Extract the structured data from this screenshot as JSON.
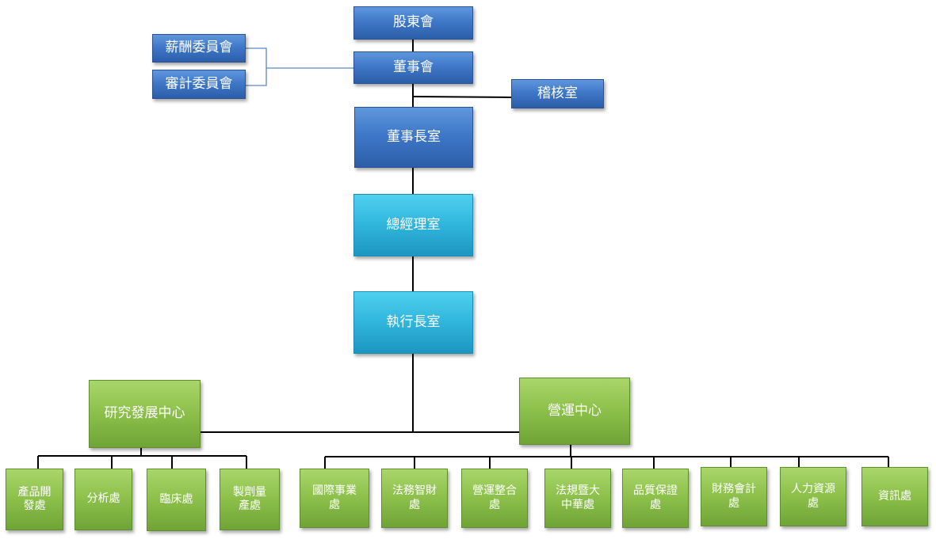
{
  "org": {
    "shareholders": "股東會",
    "board": "董事會",
    "compensation_committee": "薪酬委員會",
    "audit_committee": "審計委員會",
    "audit_office": "稽核室",
    "chairman_office": "董事長室",
    "gm_office": "總經理室",
    "ceo_office": "執行長室",
    "rd_center": "研究發展中心",
    "ops_center": "營運中心",
    "rd_units": [
      "產品開發處",
      "分析處",
      "臨床處",
      "製劑量產處"
    ],
    "ops_units": [
      "國際事業處",
      "法務智財處",
      "營運整合處",
      "法規暨大中華處",
      "品質保證處",
      "財務會計處",
      "人力資源處",
      "資訊處"
    ]
  },
  "colors": {
    "blue": "#3f78c8",
    "cyan": "#2fb5dc",
    "green": "#8cbf4a",
    "line": "#000000"
  }
}
